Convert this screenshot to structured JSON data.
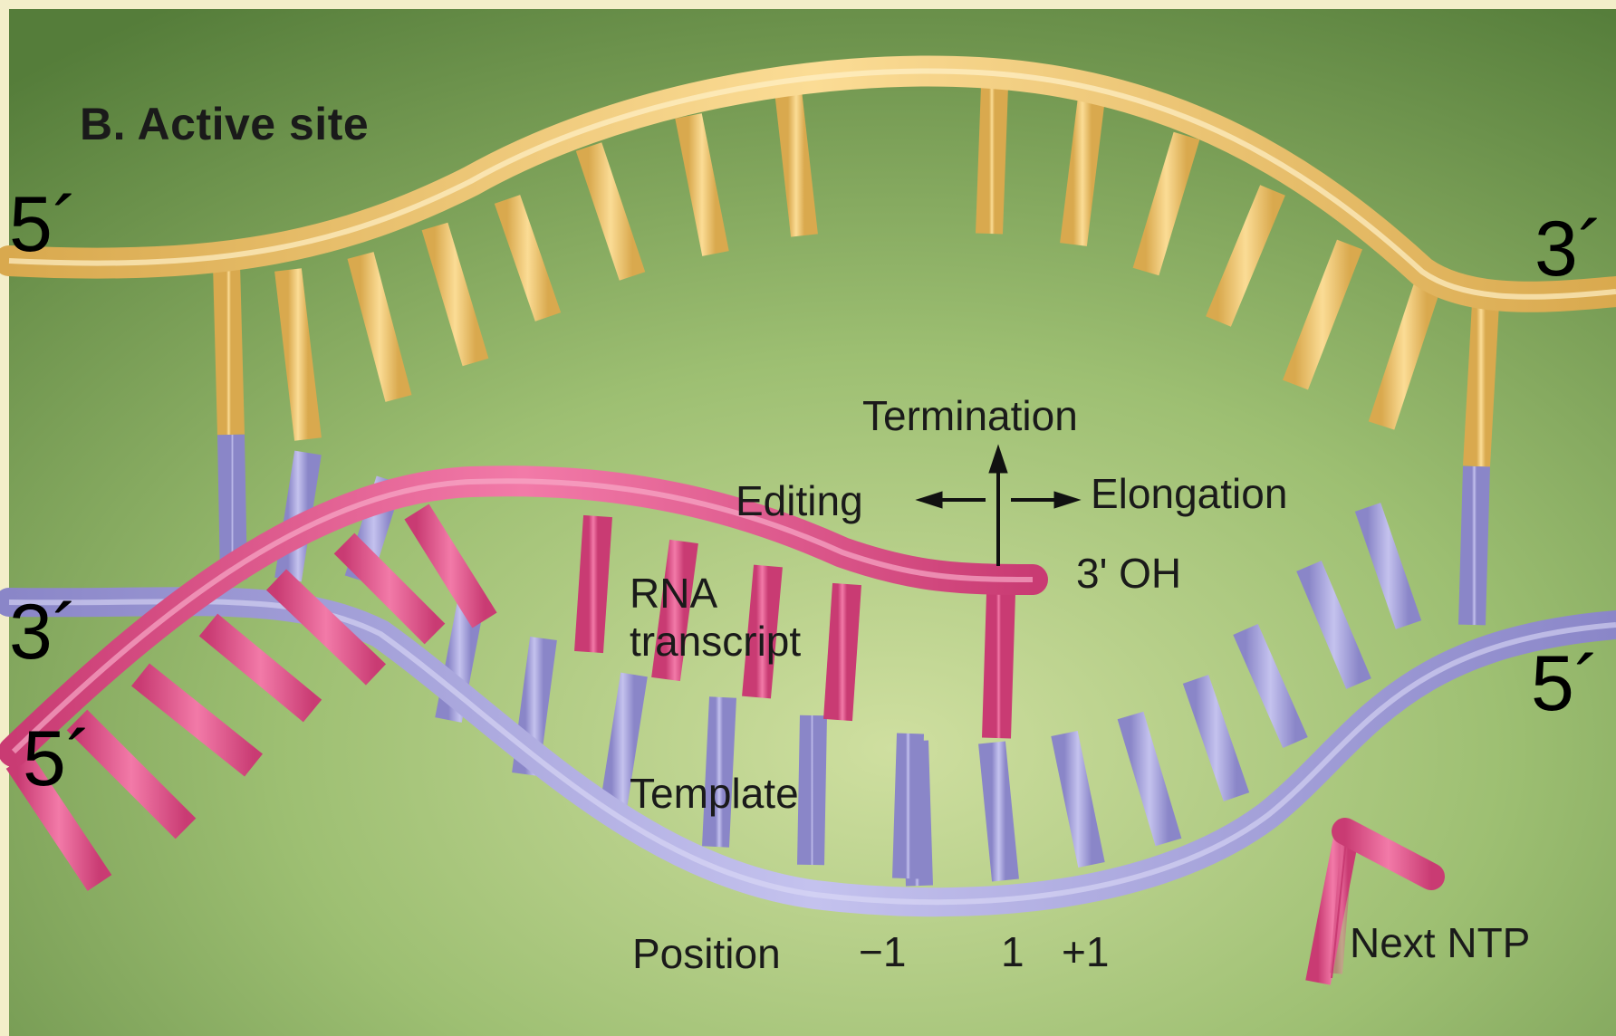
{
  "title": "B. Active site",
  "strand_ends": {
    "top_left": "5´",
    "top_right": "3´",
    "mid_left": "3´",
    "mid_right": "5´",
    "rna_left": "5´"
  },
  "labels": {
    "termination": "Termination",
    "editing": "Editing",
    "elongation": "Elongation",
    "three_oh": "3' OH",
    "rna_line1": "RNA",
    "rna_line2": "transcript",
    "template": "Template",
    "position": "Position",
    "pos_minus1": "−1",
    "pos_1": "1",
    "pos_plus1": "+1",
    "next_ntp": "Next NTP"
  },
  "colors": {
    "background_green": "#6f9a4e",
    "coding_strand": "#f1c775",
    "template_strand": "#a9a6dc",
    "rna_strand": "#e8558f",
    "frame": "#f3eec9"
  }
}
